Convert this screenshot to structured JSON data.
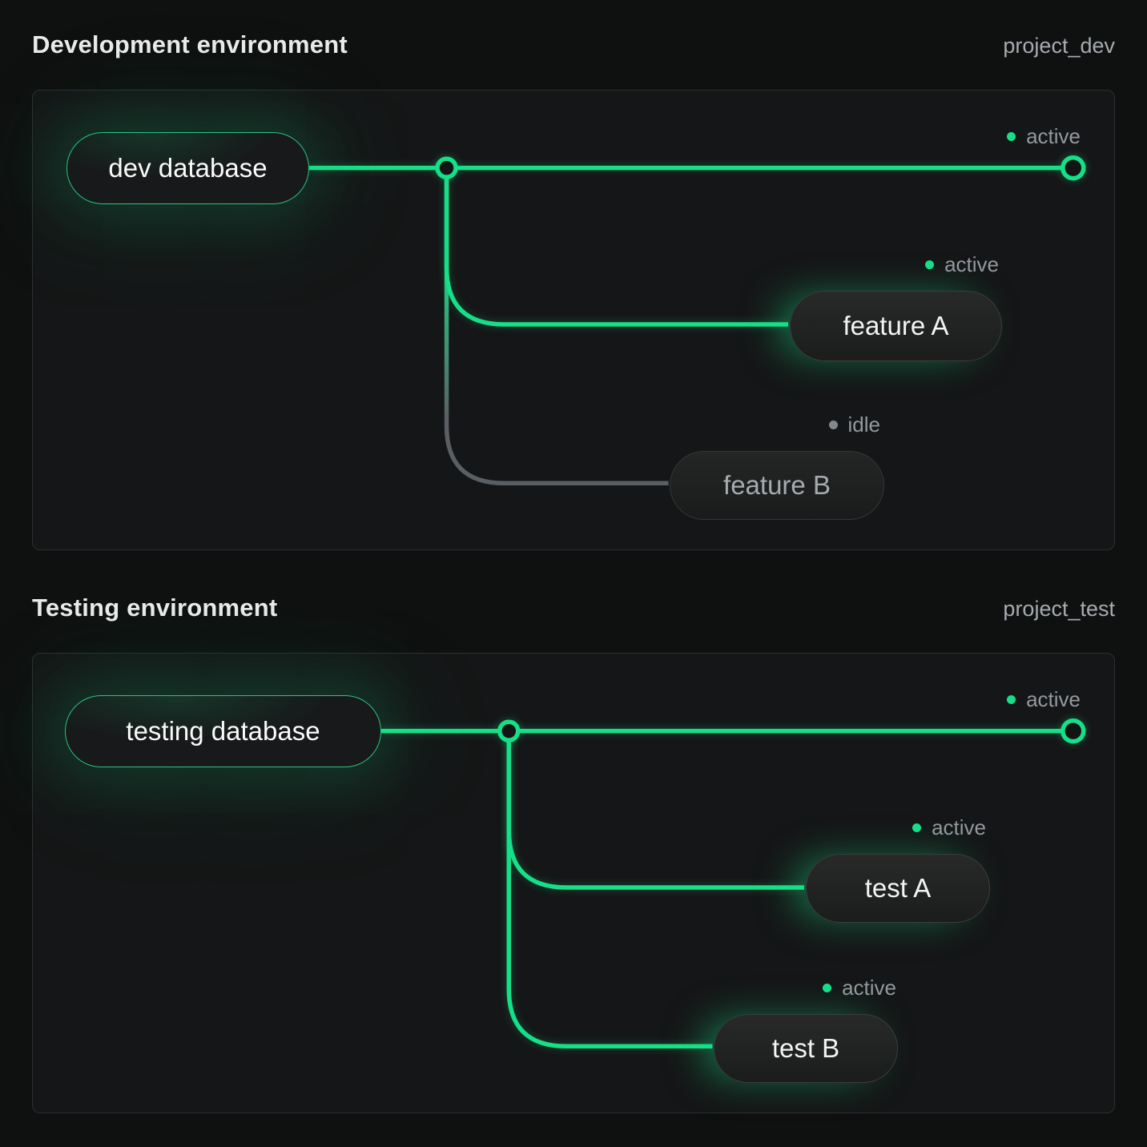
{
  "colors": {
    "accent": "#16e087",
    "idle_line": "#5a5f63",
    "status_text": "#94999f",
    "idle_dot": "#83888d"
  },
  "panels": [
    {
      "title": "Development environment",
      "project_label": "project_dev",
      "root_label": "dev database",
      "main_status": "active",
      "branches": [
        {
          "label": "feature A",
          "status": "active"
        },
        {
          "label": "feature B",
          "status": "idle"
        }
      ]
    },
    {
      "title": "Testing environment",
      "project_label": "project_test",
      "root_label": "testing database",
      "main_status": "active",
      "branches": [
        {
          "label": "test A",
          "status": "active"
        },
        {
          "label": "test B",
          "status": "active"
        }
      ]
    }
  ]
}
